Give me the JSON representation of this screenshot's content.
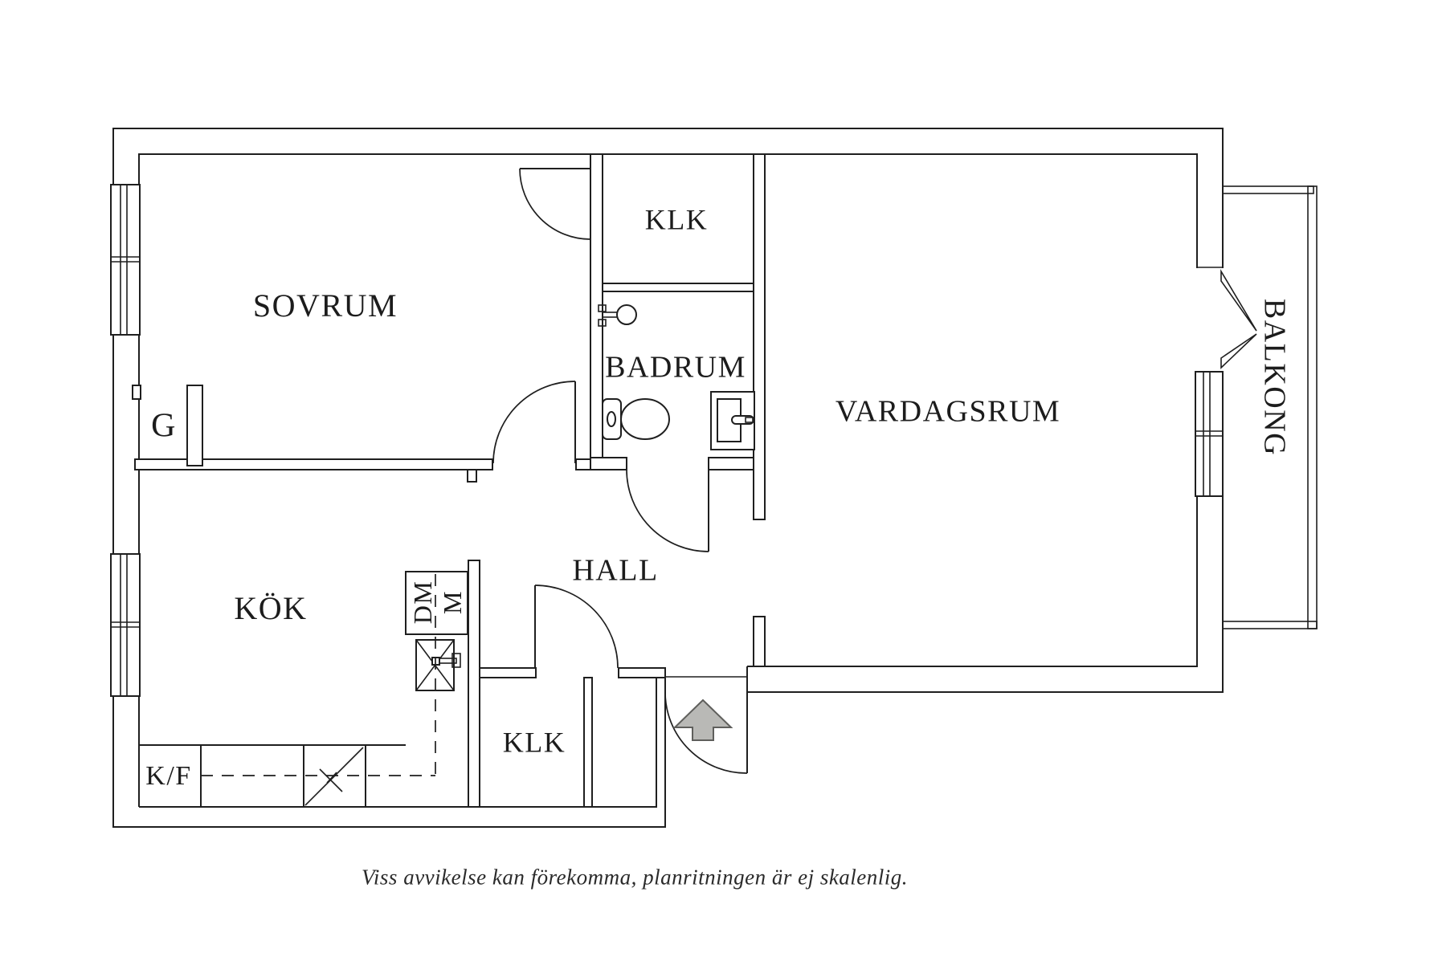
{
  "plan": {
    "rooms": {
      "sovrum": "SOVRUM",
      "klk_top": "KLK",
      "badrum": "BADRUM",
      "vardagsrum": "VARDAGSRUM",
      "balkong": "BALKONG",
      "kok": "KÖK",
      "hall": "HALL",
      "klk_lower": "KLK",
      "garderob": "G"
    },
    "appliances": {
      "diskmaskin": "DM",
      "maskin": "M",
      "kyl_frys": "K/F"
    },
    "caption": "Viss avvikelse kan förekomma, planritningen är ej skalenlig.",
    "colors": {
      "line": "#1f1f1f",
      "background": "#ffffff",
      "arrow_fill": "#b9b9b6",
      "arrow_stroke": "#5f5f5c"
    }
  }
}
